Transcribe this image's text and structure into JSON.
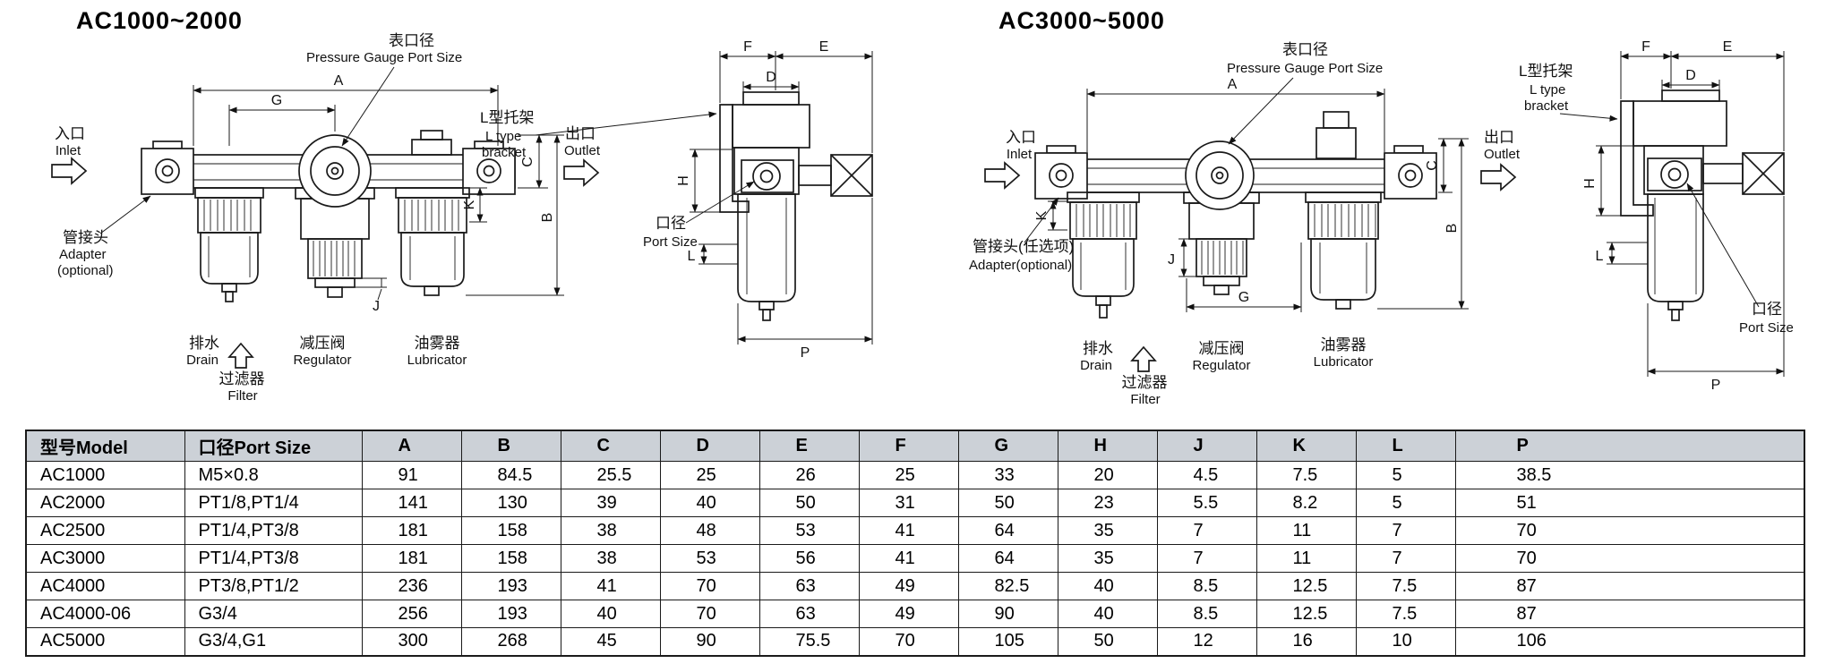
{
  "page": {
    "background": "#ffffff"
  },
  "dim_letters": {
    "A": "A",
    "B": "B",
    "C": "C",
    "D": "D",
    "E": "E",
    "F": "F",
    "G": "G",
    "H": "H",
    "J": "J",
    "K": "K",
    "L": "L",
    "P": "P"
  },
  "sections": [
    {
      "title": "AC1000~2000",
      "labels": {
        "gauge_port_zh": "表口径",
        "gauge_port_en": "Pressure Gauge Port Size",
        "inlet_zh": "入口",
        "inlet_en": "Inlet",
        "outlet_zh": "出口",
        "outlet_en": "Outlet",
        "adapter_zh": "管接头",
        "adapter_en": "Adapter",
        "adapter_en2": "(optional)",
        "drain_zh": "排水",
        "drain_en": "Drain",
        "filter_zh": "过滤器",
        "filter_en": "Filter",
        "regulator_zh": "减压阀",
        "regulator_en": "Regulator",
        "lubricator_zh": "油雾器",
        "lubricator_en": "Lubricator",
        "bracket_zh": "L型托架",
        "bracket_en1": "L type",
        "bracket_en2": "bracket",
        "port_zh": "口径",
        "port_en": "Port Size"
      }
    },
    {
      "title": "AC3000~5000",
      "labels": {
        "gauge_port_zh": "表口径",
        "gauge_port_en": "Pressure Gauge Port Size",
        "inlet_zh": "入口",
        "inlet_en": "Inlet",
        "outlet_zh": "出口",
        "outlet_en": "Outlet",
        "adapter_zh": "管接头(任选项)",
        "adapter_en": "Adapter(optional)",
        "drain_zh": "排水",
        "drain_en": "Drain",
        "filter_zh": "过滤器",
        "filter_en": "Filter",
        "regulator_zh": "减压阀",
        "regulator_en": "Regulator",
        "lubricator_zh": "油雾器",
        "lubricator_en": "Lubricator",
        "bracket_zh": "L型托架",
        "bracket_en1": "L type",
        "bracket_en2": "bracket",
        "port_zh": "口径",
        "port_en": "Port Size"
      }
    }
  ],
  "table": {
    "headers": [
      "型号Model",
      "口径Port Size",
      "A",
      "B",
      "C",
      "D",
      "E",
      "F",
      "G",
      "H",
      "J",
      "K",
      "L",
      "P"
    ],
    "rows": [
      [
        "AC1000",
        "M5×0.8",
        "91",
        "84.5",
        "25.5",
        "25",
        "26",
        "25",
        "33",
        "20",
        "4.5",
        "7.5",
        "5",
        "38.5"
      ],
      [
        "AC2000",
        "PT1/8,PT1/4",
        "141",
        "130",
        "39",
        "40",
        "50",
        "31",
        "50",
        "23",
        "5.5",
        "8.2",
        "5",
        "51"
      ],
      [
        "AC2500",
        "PT1/4,PT3/8",
        "181",
        "158",
        "38",
        "48",
        "53",
        "41",
        "64",
        "35",
        "7",
        "11",
        "7",
        "70"
      ],
      [
        "AC3000",
        "PT1/4,PT3/8",
        "181",
        "158",
        "38",
        "53",
        "56",
        "41",
        "64",
        "35",
        "7",
        "11",
        "7",
        "70"
      ],
      [
        "AC4000",
        "PT3/8,PT1/2",
        "236",
        "193",
        "41",
        "70",
        "63",
        "49",
        "82.5",
        "40",
        "8.5",
        "12.5",
        "7.5",
        "87"
      ],
      [
        "AC4000-06",
        "G3/4",
        "256",
        "193",
        "40",
        "70",
        "63",
        "49",
        "90",
        "40",
        "8.5",
        "12.5",
        "7.5",
        "87"
      ],
      [
        "AC5000",
        "G3/4,G1",
        "300",
        "268",
        "45",
        "90",
        "75.5",
        "70",
        "105",
        "50",
        "12",
        "16",
        "10",
        "106"
      ]
    ]
  },
  "colors": {
    "line": "#1a1a1a",
    "table_header_bg": "#ccd1d7",
    "background": "#ffffff"
  }
}
